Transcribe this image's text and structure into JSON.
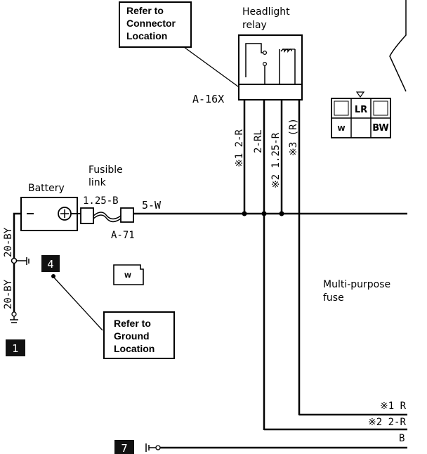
{
  "callouts": {
    "connector": [
      "Refer to",
      "Connector",
      "Location"
    ],
    "ground": [
      "Refer to",
      "Ground",
      "Location"
    ]
  },
  "relay": {
    "title": [
      "Headlight",
      "relay"
    ],
    "connector_id": "A-16X",
    "pin_labels": [
      "LR",
      "W",
      "BW"
    ]
  },
  "wires": {
    "w1": "※1 2-R",
    "w2": "2-RL",
    "w3": "※2 1.25-R",
    "w4": "※3 (R)",
    "main": "5-W",
    "fusible": "1.25-B",
    "battery_top": "20-BY",
    "battery_bottom": "20-BY",
    "right1": "※1 R",
    "right2": "※2 2-R",
    "right3": "B"
  },
  "components": {
    "battery": "Battery",
    "fusible_link": [
      "Fusible",
      "link"
    ],
    "fusible_connector": "A-71",
    "fuse_label": [
      "Multi-purpose",
      "fuse"
    ],
    "w_connector": "W"
  },
  "ground_badges": [
    "1",
    "4",
    "7"
  ]
}
